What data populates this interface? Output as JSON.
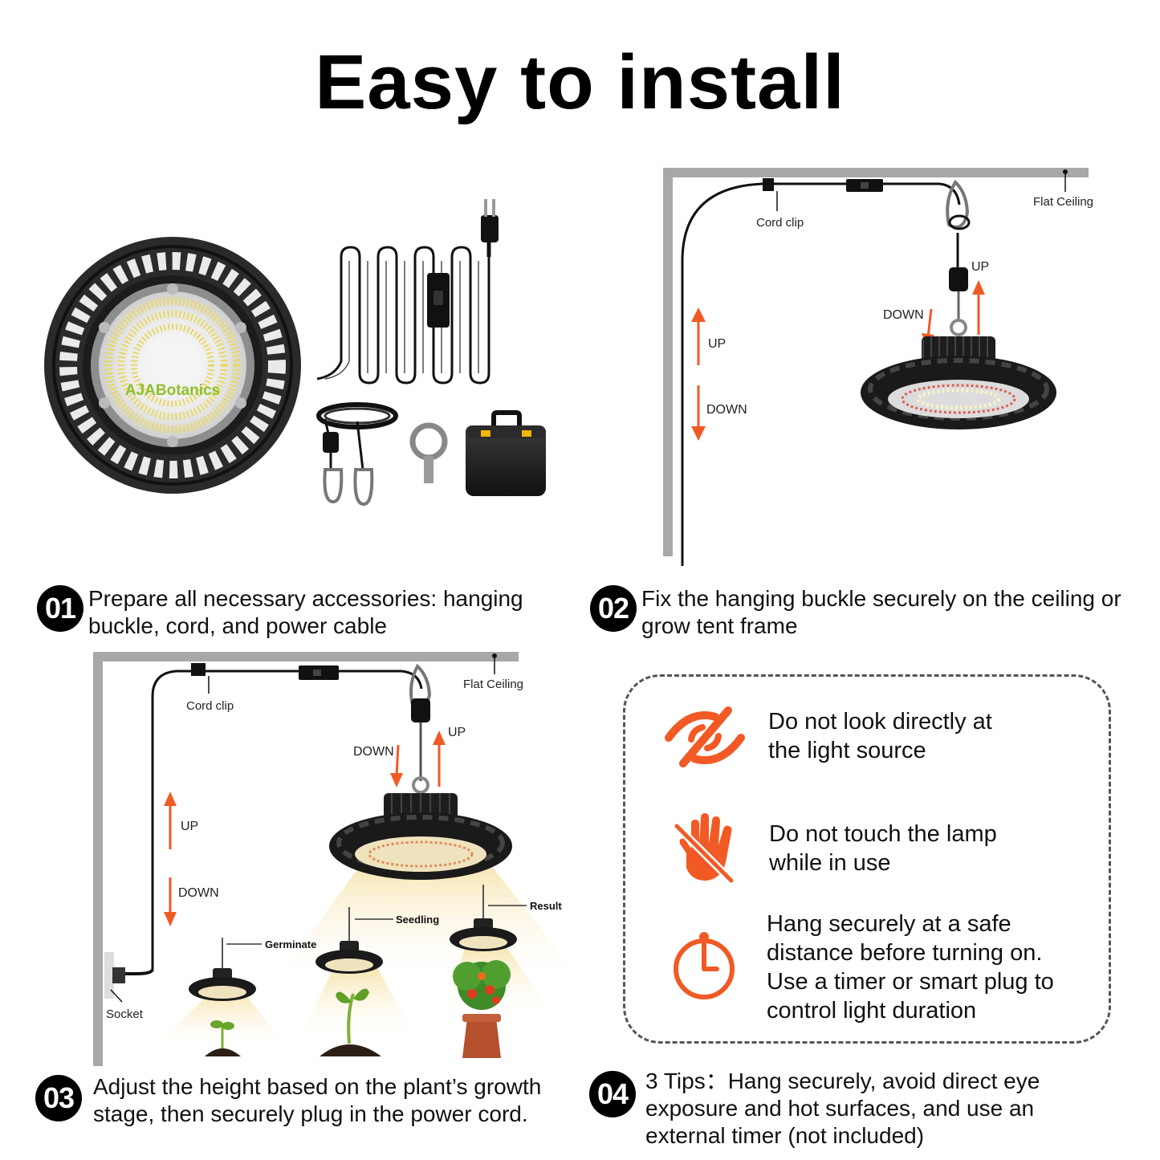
{
  "title": "Easy to install",
  "colors": {
    "accent": "#f15a24",
    "ink": "#111111",
    "frame": "#a8a8a8"
  },
  "steps": [
    {
      "number": "01",
      "text": "Prepare all necessary accessories: hanging buckle, cord, and power cable"
    },
    {
      "number": "02",
      "text": "Fix the hanging buckle securely on the ceiling or grow tent frame"
    },
    {
      "number": "03",
      "text": "Adjust the height based on the plant’s growth stage, then securely plug in the power cord."
    },
    {
      "number": "04",
      "text": "3 Tips：Hang securely, avoid direct eye exposure and hot surfaces, and use an external timer (not included)"
    }
  ],
  "product": {
    "brand": "AJABotanics"
  },
  "diagram2": {
    "flat_ceiling": "Flat Ceiling",
    "cord_clip": "Cord clip",
    "up": "UP",
    "down": "DOWN",
    "rope_up": "UP",
    "rope_down": "DOWN"
  },
  "diagram3": {
    "flat_ceiling": "Flat Ceiling",
    "cord_clip": "Cord clip",
    "up": "UP",
    "down": "DOWN",
    "rope_up": "UP",
    "rope_down": "DOWN",
    "socket": "Socket",
    "stages": [
      "Germinate",
      "Seedling",
      "Result"
    ]
  },
  "tips": [
    {
      "icon": "eye-crossed-icon",
      "text_line1": "Do not look directly at",
      "text_line2": "the light source"
    },
    {
      "icon": "hand-crossed-icon",
      "text_line1": "Do not touch the lamp",
      "text_line2": "while in use"
    },
    {
      "icon": "timer-icon",
      "text_line1": "Hang securely at a safe",
      "text_line2": "distance before turning on.",
      "text_line3": "Use a timer or smart plug to",
      "text_line4": "control light duration"
    }
  ]
}
